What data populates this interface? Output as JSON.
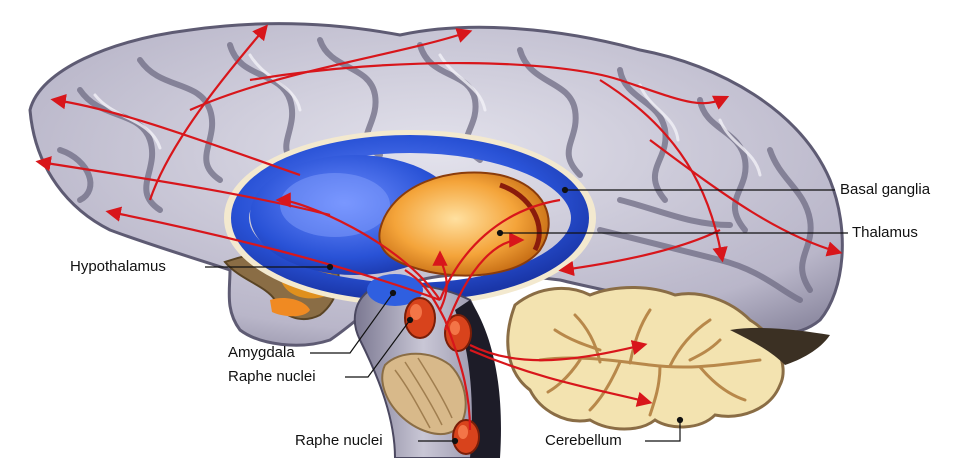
{
  "labels": {
    "basal_ganglia": "Basal ganglia",
    "thalamus": "Thalamus",
    "hypothalamus": "Hypothalamus",
    "amygdala": "Amygdala",
    "raphe_nuclei_upper": "Raphe nuclei",
    "raphe_nuclei_lower": "Raphe nuclei",
    "cerebellum": "Cerebellum"
  },
  "colors": {
    "cortex": "#c9c7d6",
    "cortex_shadow": "#8f8ca3",
    "sulci": "#6f6c84",
    "basal_ganglia": "#2f5fe0",
    "thalamus": "#f2a23a",
    "hypothalamus": "#b5782a",
    "amygdala": "#e96a1c",
    "raphe_nuclei": "#d8431c",
    "cerebellum": "#f3e3b0",
    "pathway": "#d8161b"
  }
}
